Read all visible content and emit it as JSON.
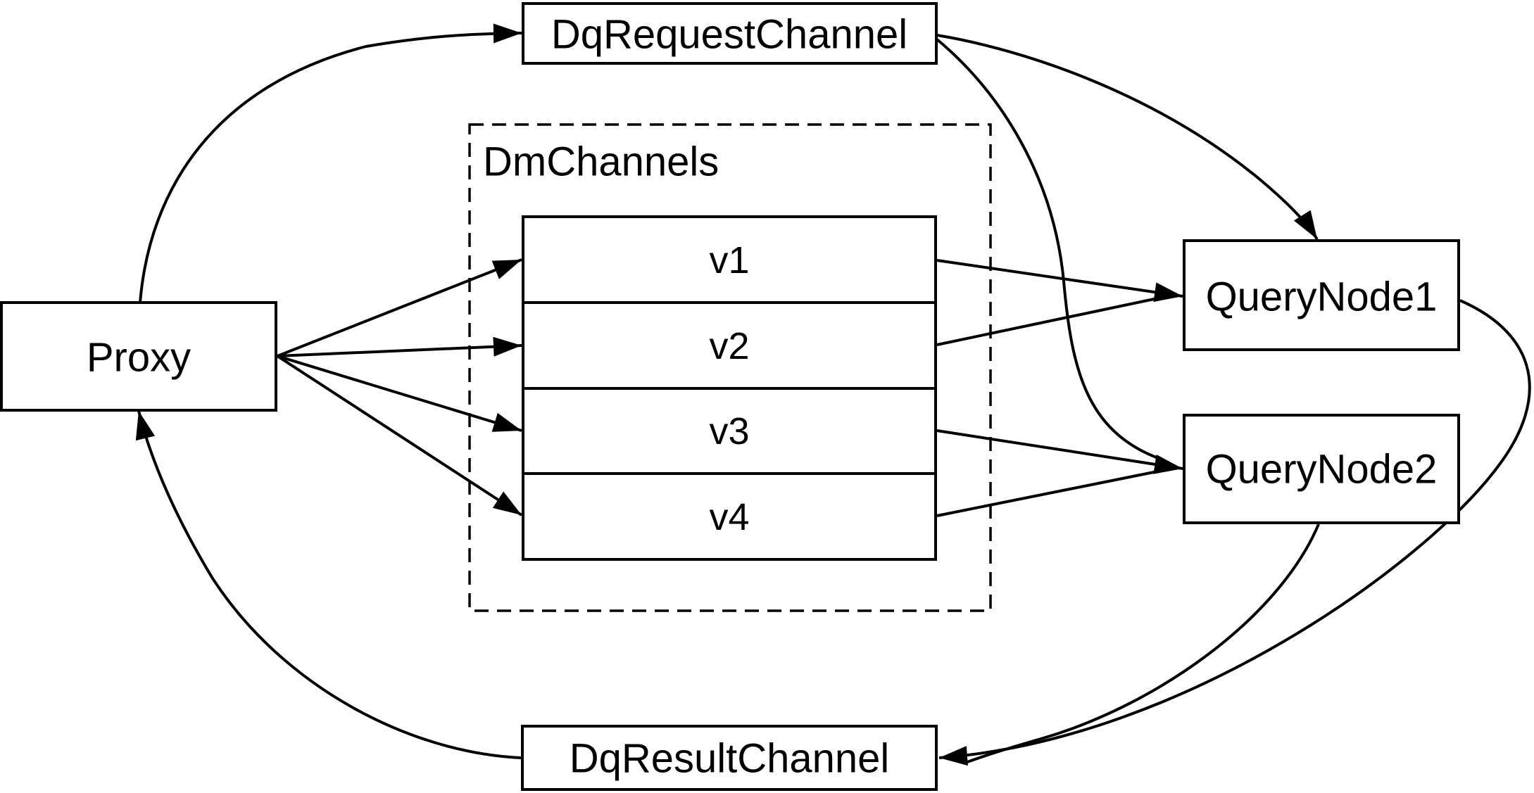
{
  "diagram": {
    "type": "flow-diagram",
    "colors": {
      "stroke": "#000000",
      "node_fill": "#ffffff",
      "background": "#ffffff"
    },
    "nodes": {
      "proxy": {
        "label": "Proxy"
      },
      "dq_request_channel": {
        "label": "DqRequestChannel"
      },
      "dm_channels": {
        "label": "DmChannels",
        "rows": [
          {
            "label": "v1"
          },
          {
            "label": "v2"
          },
          {
            "label": "v3"
          },
          {
            "label": "v4"
          }
        ]
      },
      "query_node_1": {
        "label": "QueryNode1"
      },
      "query_node_2": {
        "label": "QueryNode2"
      },
      "dq_result_channel": {
        "label": "DqResultChannel"
      }
    },
    "edges": [
      {
        "from": "Proxy",
        "to": "DqRequestChannel"
      },
      {
        "from": "DqRequestChannel",
        "to": "QueryNode1"
      },
      {
        "from": "DqRequestChannel",
        "to": "QueryNode2"
      },
      {
        "from": "Proxy",
        "to": "v1"
      },
      {
        "from": "Proxy",
        "to": "v2"
      },
      {
        "from": "Proxy",
        "to": "v3"
      },
      {
        "from": "Proxy",
        "to": "v4"
      },
      {
        "from": "v1",
        "to": "QueryNode1"
      },
      {
        "from": "v2",
        "to": "QueryNode1"
      },
      {
        "from": "v3",
        "to": "QueryNode2"
      },
      {
        "from": "v4",
        "to": "QueryNode2"
      },
      {
        "from": "QueryNode1",
        "to": "DqResultChannel"
      },
      {
        "from": "QueryNode2",
        "to": "DqResultChannel"
      },
      {
        "from": "DqResultChannel",
        "to": "Proxy"
      }
    ]
  }
}
